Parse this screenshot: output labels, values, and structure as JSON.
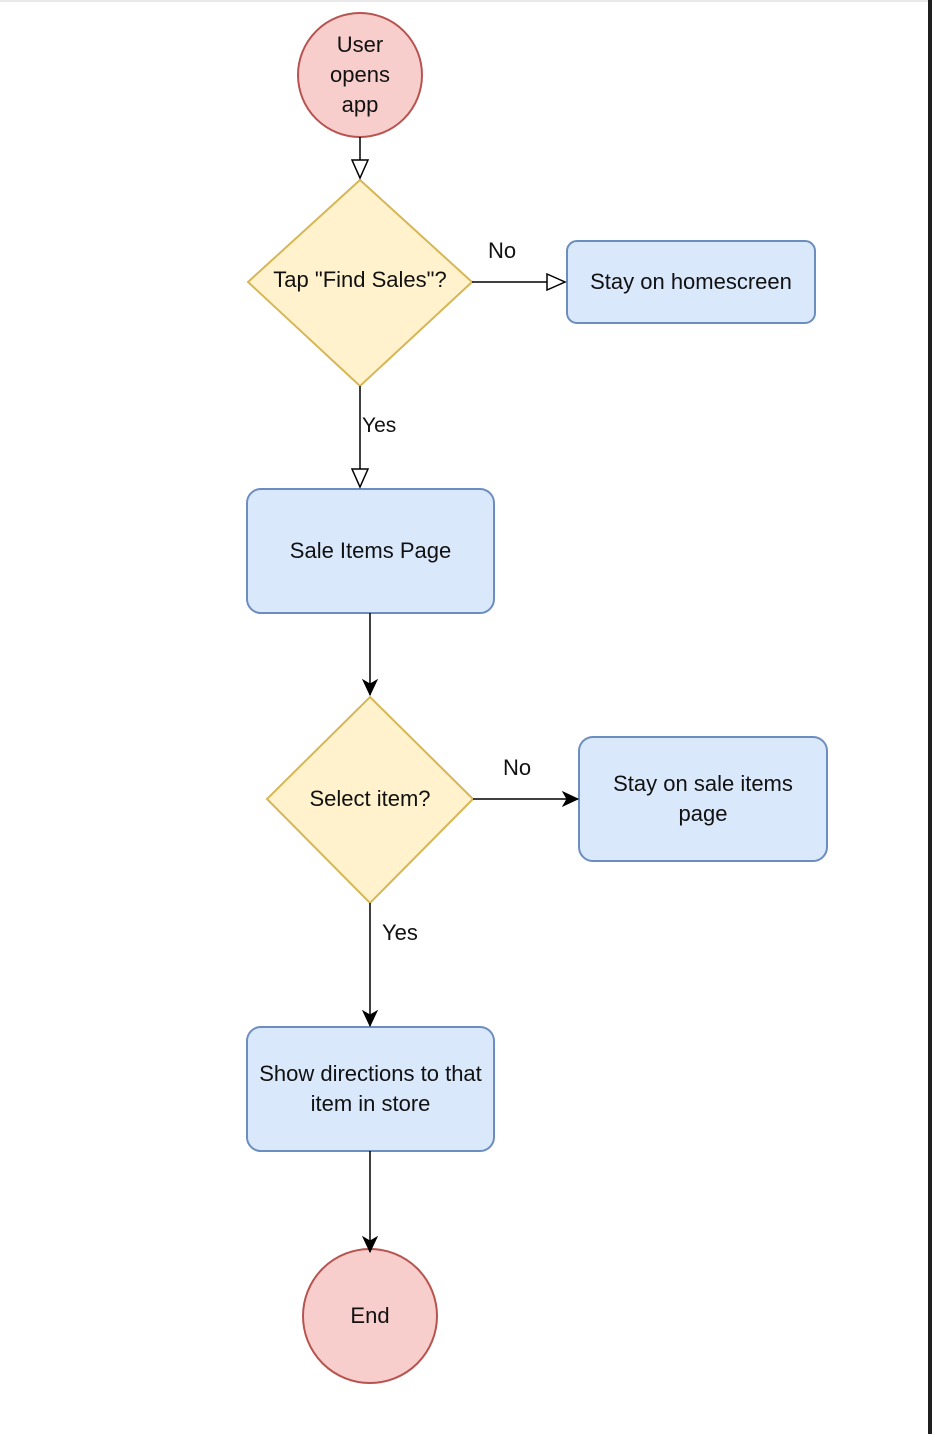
{
  "diagram": {
    "nodes": {
      "start": {
        "text": "User opens app",
        "shape": "circle"
      },
      "decision_find_sales": {
        "text": "Tap \"Find Sales\"?",
        "shape": "diamond"
      },
      "stay_home": {
        "text": "Stay on homescreen",
        "shape": "rounded-rect"
      },
      "sale_items_page": {
        "text": "Sale Items Page",
        "shape": "rounded-rect"
      },
      "decision_select_item": {
        "text": "Select item?",
        "shape": "diamond"
      },
      "stay_sale_items": {
        "text": "Stay on sale items page",
        "shape": "rounded-rect"
      },
      "show_directions": {
        "text": "Show directions to that item in store",
        "shape": "rounded-rect"
      },
      "end": {
        "text": "End",
        "shape": "circle"
      }
    },
    "edges": {
      "find_no": {
        "from": "decision_find_sales",
        "to": "stay_home",
        "label": "No"
      },
      "find_yes": {
        "from": "decision_find_sales",
        "to": "sale_items_page",
        "label": "Yes"
      },
      "select_no": {
        "from": "decision_select_item",
        "to": "stay_sale_items",
        "label": "No"
      },
      "select_yes": {
        "from": "decision_select_item",
        "to": "show_directions",
        "label": "Yes"
      }
    },
    "colors": {
      "terminal_fill": "#f8cecc",
      "terminal_stroke": "#b85450",
      "decision_fill": "#fff2cc",
      "decision_stroke": "#d6b656",
      "process_fill": "#dae8fc",
      "process_stroke": "#6c8ebf",
      "line": "#000000"
    }
  }
}
